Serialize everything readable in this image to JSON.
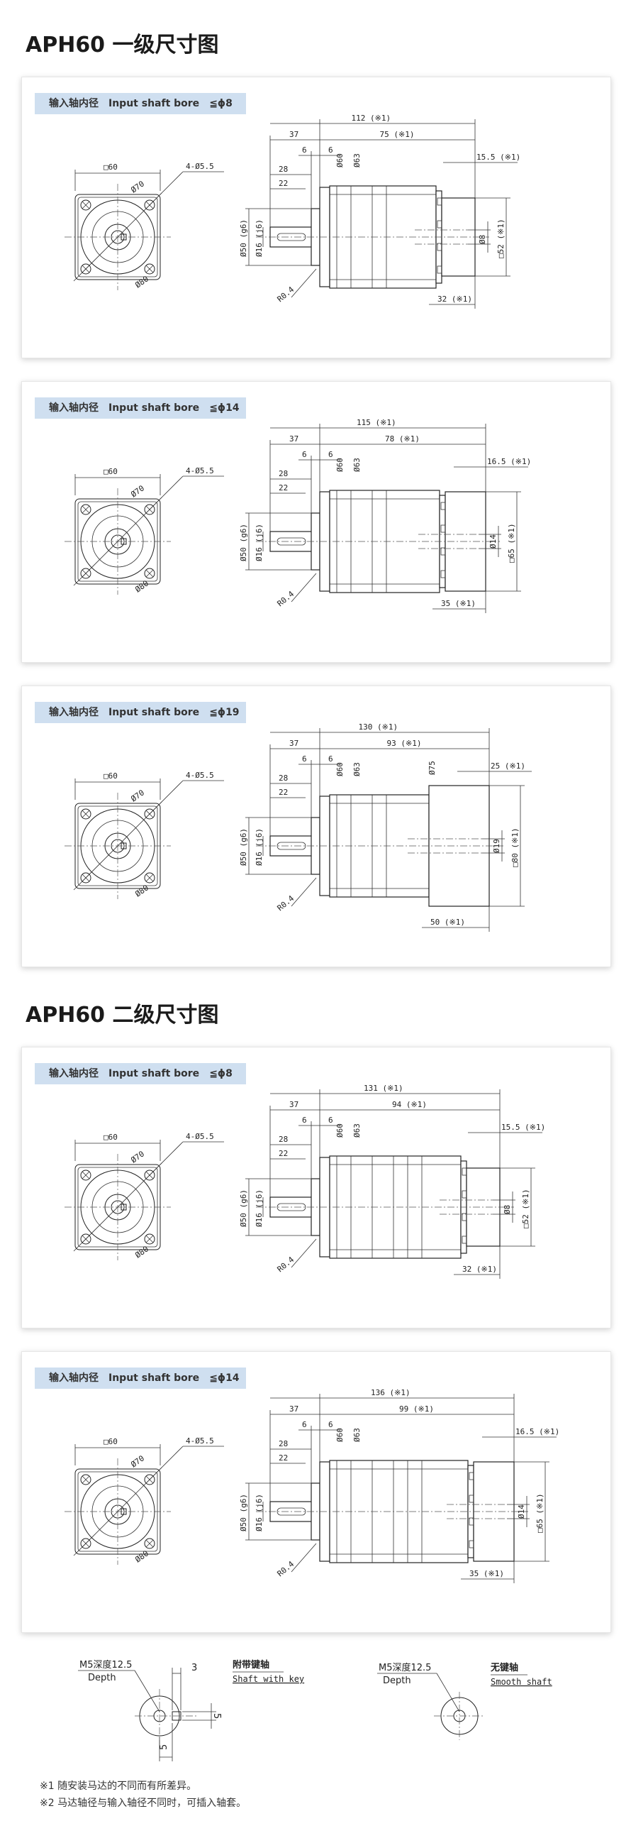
{
  "titles": {
    "stage1": "APH60 一级尺寸图",
    "stage2": "APH60 二级尺寸图"
  },
  "bore_label": {
    "cn": "输入轴内径",
    "en": "Input shaft bore"
  },
  "cards": [
    {
      "bore": "≦ϕ8",
      "front": {
        "square": "□60",
        "holes": "4-Ø5.5",
        "d1": "Ø70",
        "d2": "Ø80"
      },
      "side": {
        "total": "112 (※1)",
        "a": "37",
        "b": "75 (※1)",
        "c": "15.5 (※1)",
        "s1": "6",
        "s2": "6",
        "l28": "28",
        "l22": "22",
        "d60": "Ø60",
        "d63": "Ø63",
        "d50": "Ø50 (g6)",
        "d16": "Ø16 (j6)",
        "r": "R0.4",
        "bottom": "32 (※1)",
        "rd1": "Ø8",
        "rd2": "□52 (※1)"
      }
    },
    {
      "bore": "≦ϕ14",
      "front": {
        "square": "□60",
        "holes": "4-Ø5.5",
        "d1": "Ø70",
        "d2": "Ø80"
      },
      "side": {
        "total": "115 (※1)",
        "a": "37",
        "b": "78 (※1)",
        "c": "16.5 (※1)",
        "s1": "6",
        "s2": "6",
        "l28": "28",
        "l22": "22",
        "d60": "Ø60",
        "d63": "Ø63",
        "d50": "Ø50 (g6)",
        "d16": "Ø16 (j6)",
        "r": "R0.4",
        "bottom": "35 (※1)",
        "rd1": "Ø14",
        "rd2": "□65 (※1)"
      }
    },
    {
      "bore": "≦ϕ19",
      "front": {
        "square": "□60",
        "holes": "4-Ø5.5",
        "d1": "Ø70",
        "d2": "Ø80"
      },
      "side": {
        "total": "130 (※1)",
        "a": "37",
        "b": "93 (※1)",
        "c": "25 (※1)",
        "s1": "6",
        "s2": "6",
        "l28": "28",
        "l22": "22",
        "d60": "Ø60",
        "d63": "Ø63",
        "d75": "Ø75",
        "d50": "Ø50 (g6)",
        "d16": "Ø16 (j6)",
        "r": "R0.4",
        "bottom": "50 (※1)",
        "rd1": "Ø19",
        "rd2": "□80 (※1)"
      }
    },
    {
      "bore": "≦ϕ8",
      "front": {
        "square": "□60",
        "holes": "4-Ø5.5",
        "d1": "Ø70",
        "d2": "Ø80"
      },
      "side": {
        "total": "131 (※1)",
        "a": "37",
        "b": "94 (※1)",
        "c": "15.5 (※1)",
        "s1": "6",
        "s2": "6",
        "l28": "28",
        "l22": "22",
        "d60": "Ø60",
        "d63": "Ø63",
        "d50": "Ø50 (g6)",
        "d16": "Ø16 (j6)",
        "r": "R0.4",
        "bottom": "32 (※1)",
        "rd1": "Ø8",
        "rd2": "□52 (※1)"
      }
    },
    {
      "bore": "≦ϕ14",
      "front": {
        "square": "□60",
        "holes": "4-Ø5.5",
        "d1": "Ø70",
        "d2": "Ø80"
      },
      "side": {
        "total": "136 (※1)",
        "a": "37",
        "b": "99 (※1)",
        "c": "16.5 (※1)",
        "s1": "6",
        "s2": "6",
        "l28": "28",
        "l22": "22",
        "d60": "Ø60",
        "d63": "Ø63",
        "d50": "Ø50 (g6)",
        "d16": "Ø16 (j6)",
        "r": "R0.4",
        "bottom": "35 (※1)",
        "rd1": "Ø14",
        "rd2": "□65 (※1)"
      }
    }
  ],
  "shafts": {
    "keyed": {
      "thread": "M5深度12.5",
      "depth": "Depth",
      "title_cn": "附带键轴",
      "title_en": "Shaft with key",
      "dim_w": "3",
      "dim_h": "5",
      "dim_b": "5"
    },
    "smooth": {
      "thread": "M5深度12.5",
      "depth": "Depth",
      "title_cn": "无键轴",
      "title_en": "Smooth shaft"
    }
  },
  "notes": [
    "※1 随安装马达的不同而有所差异。",
    "※2 马达轴径与输入轴径不同时，可插入轴套。"
  ]
}
